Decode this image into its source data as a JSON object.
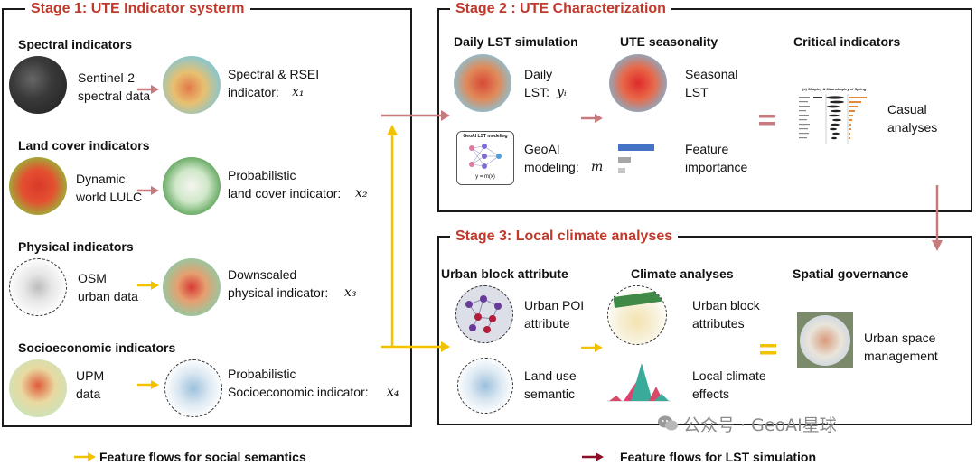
{
  "colors": {
    "stage_title": "#c0392b",
    "border": "#1a1a1a",
    "arrow_red": "#c77a7e",
    "arrow_yellow": "#f2c200",
    "legend_dark_red": "#8b0f24"
  },
  "stage1": {
    "title": "Stage 1: UTE Indicator systerm",
    "spectral": {
      "heading": "Spectral indicators",
      "source": "Sentinel-2\nspectral data",
      "output": "Spectral & RSEI\nindicator:",
      "symbol": "x₁"
    },
    "landcover": {
      "heading": "Land cover indicators",
      "source": "Dynamic\nworld LULC",
      "output": "Probabilistic\nland cover indicator:",
      "symbol": "x₂"
    },
    "physical": {
      "heading": "Physical indicators",
      "source": "OSM\nurban data",
      "output": "Downscaled\nphysical indicator:",
      "symbol": "x₃"
    },
    "socio": {
      "heading": "Socioeconomic indicators",
      "source": "UPM\ndata",
      "output": "Probabilistic\nSocioeconomic indicator:",
      "symbol": "x₄"
    }
  },
  "stage2": {
    "title": "Stage 2 : UTE Characterization",
    "daily": {
      "heading": "Daily LST simulation",
      "label": "Daily\nLST:",
      "symbol": "yᵢ"
    },
    "geoai": {
      "box_title": "GeoAI LST modeling",
      "box_formula": "y = m(x)",
      "label": "GeoAI\nmodeling:",
      "symbol": "m"
    },
    "seasonality": {
      "heading": "UTE seasonality",
      "label": "Seasonal\nLST"
    },
    "feature": {
      "label": "Feature\nimportance"
    },
    "critical": {
      "heading": "Critical indicators",
      "chart_title": "(c) Shapley & Meanshapley of Spring",
      "label": "Casual\nanalyses"
    }
  },
  "stage3": {
    "title": "Stage 3: Local climate analyses",
    "urban_block": {
      "heading": "Urban block attribute",
      "poi_label": "Urban POI\nattribute",
      "landuse_label": "Land use\nsemantic"
    },
    "climate": {
      "heading": "Climate analyses",
      "block_label": "Urban block\nattributes",
      "effects_label": "Local climate\neffects"
    },
    "spatial": {
      "heading": "Spatial governance",
      "label": "Urban space\nmanagement"
    }
  },
  "legend": {
    "yellow": "Feature flows for social semantics",
    "red": "Feature flows for LST simulation"
  },
  "watermark": "公众号 · GeoAI星球"
}
